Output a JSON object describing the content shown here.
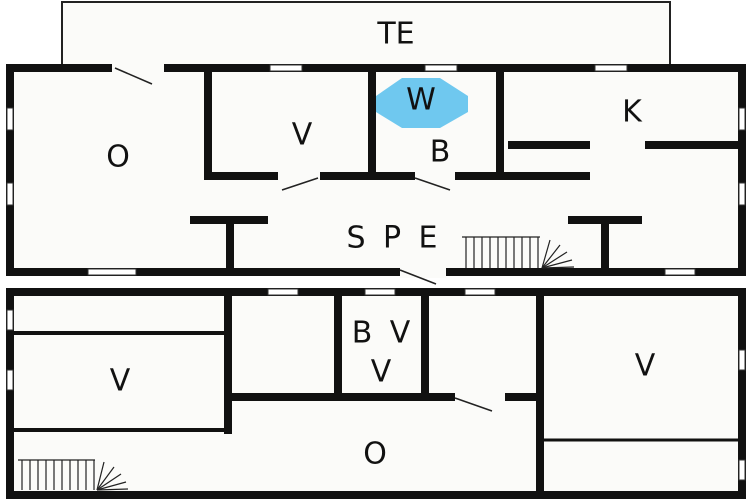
{
  "rooms": {
    "terrace": "TE",
    "top_living": "O",
    "top_bedroom": "V",
    "wc": "W",
    "bath": "B",
    "kitchen": "K",
    "hall_s": "S",
    "hall_p": "P",
    "hall_e": "E",
    "bottom_bedroom_left": "V",
    "bottom_bath": "B",
    "bottom_v_small": "V",
    "bottom_bedroom_right": "V",
    "bottom_living": "O"
  },
  "colors": {
    "wall": "#111111",
    "floor": "#fbfbf9",
    "wc_highlight": "#6fc8ef"
  }
}
